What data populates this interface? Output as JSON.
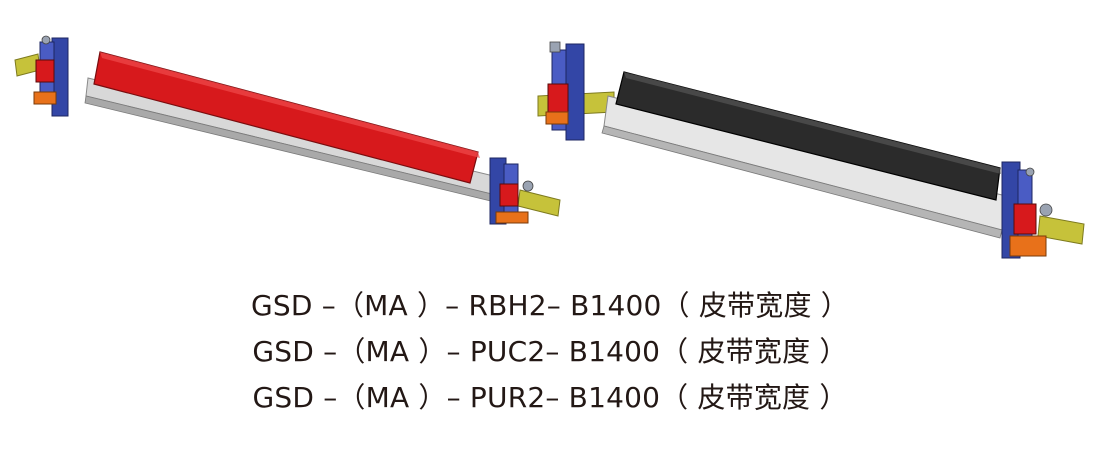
{
  "illustrations": [
    {
      "blade_color": "#d7191c",
      "frame_color": "#3346a6",
      "shaft_color": "#c6c23a",
      "rail_color": "#d8d8d8"
    },
    {
      "blade_color": "#2b2b2b",
      "frame_color": "#3346a6",
      "shaft_color": "#c6c23a",
      "rail_color": "#e6e6e6"
    }
  ],
  "model_codes": [
    "GSD –（MA ）– RBH2– B1400（ 皮带宽度 ）",
    "GSD –（MA ）– PUC2– B1400（ 皮带宽度 ）",
    "GSD –（MA ）– PUR2– B1400（ 皮带宽度 ）"
  ],
  "colors": {
    "text": "#231815",
    "bracket_accent": "#e8711a"
  }
}
